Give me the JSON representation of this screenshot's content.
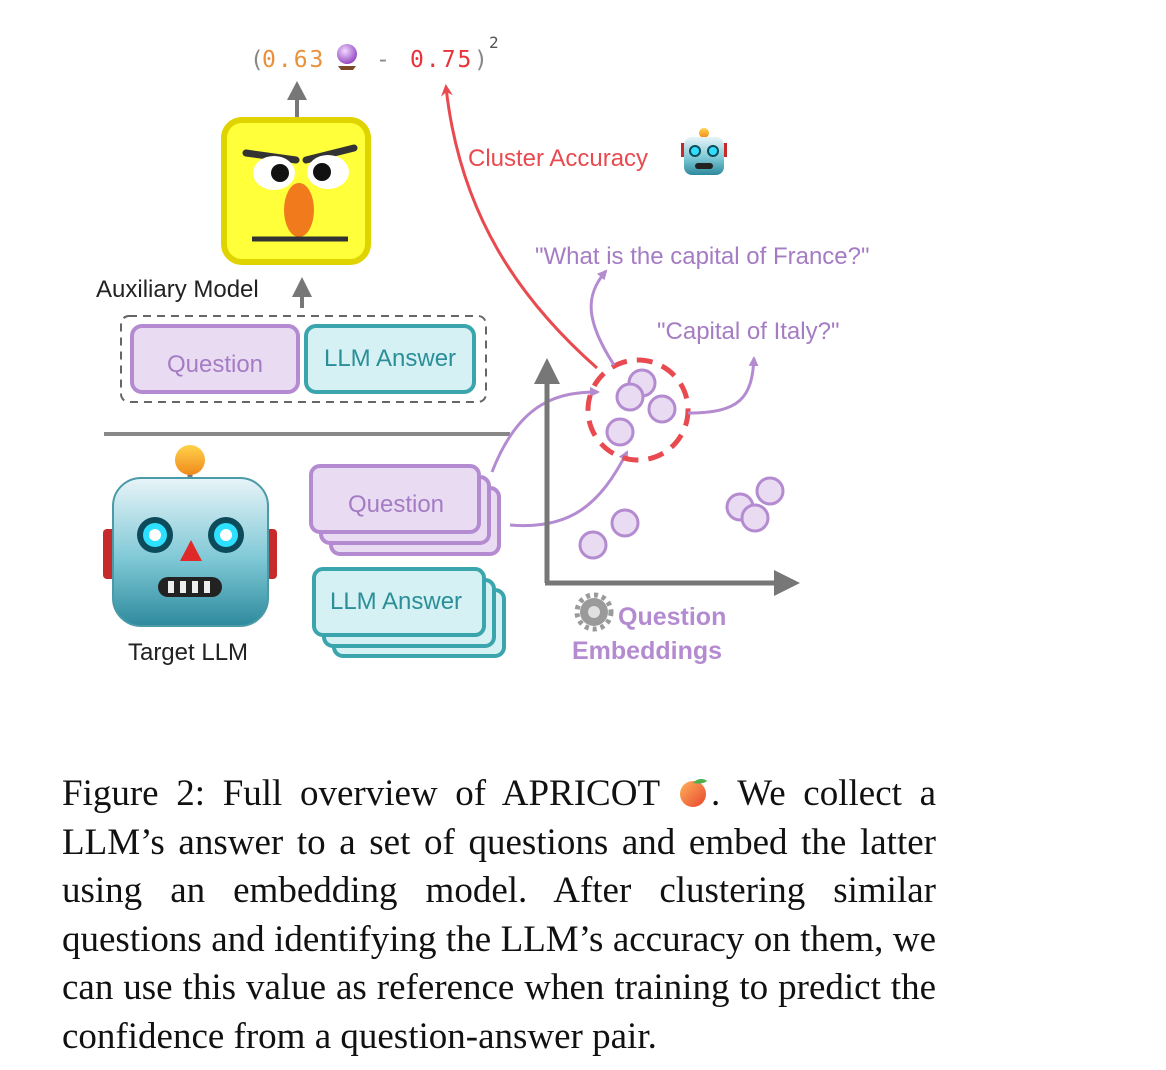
{
  "formula": {
    "open": "(",
    "predicted": "0.63",
    "minus": "-",
    "target": "0.75",
    "close": ")",
    "exponent": "2",
    "predicted_color": "#e8913a",
    "target_color": "#e8333c"
  },
  "labels": {
    "cluster_accuracy": "Cluster Accuracy",
    "auxiliary_model": "Auxiliary Model",
    "target_llm": "Target LLM",
    "question_box": "Question",
    "answer_box": "LLM Answer",
    "question_stack": "Question",
    "answer_stack": "LLM Answer",
    "embeddings_line1": "Question",
    "embeddings_line2": "Embeddings",
    "q_france": "\"What is the capital of France?\"",
    "q_italy": "\"Capital of Italy?\""
  },
  "colors": {
    "purple": "#b48bd0",
    "purple_fill": "#e9dcf2",
    "teal": "#3aa5ad",
    "teal_fill": "#d6f1f3",
    "red": "#e84a4f",
    "gray": "#777777"
  },
  "icons": [
    "crystal-ball-icon",
    "robot-icon",
    "gear-icon",
    "peach-icon"
  ],
  "caption": {
    "before_icon": "Figure 2: Full overview of APRICOT ",
    "after_icon": ". We collect a LLM’s answer to a set of questions and embed the latter using an embedding model.  After clustering similar questions and identifying the LLM’s accuracy on them, we can use this value as reference when training to predict the confidence from a question-answer pair."
  }
}
